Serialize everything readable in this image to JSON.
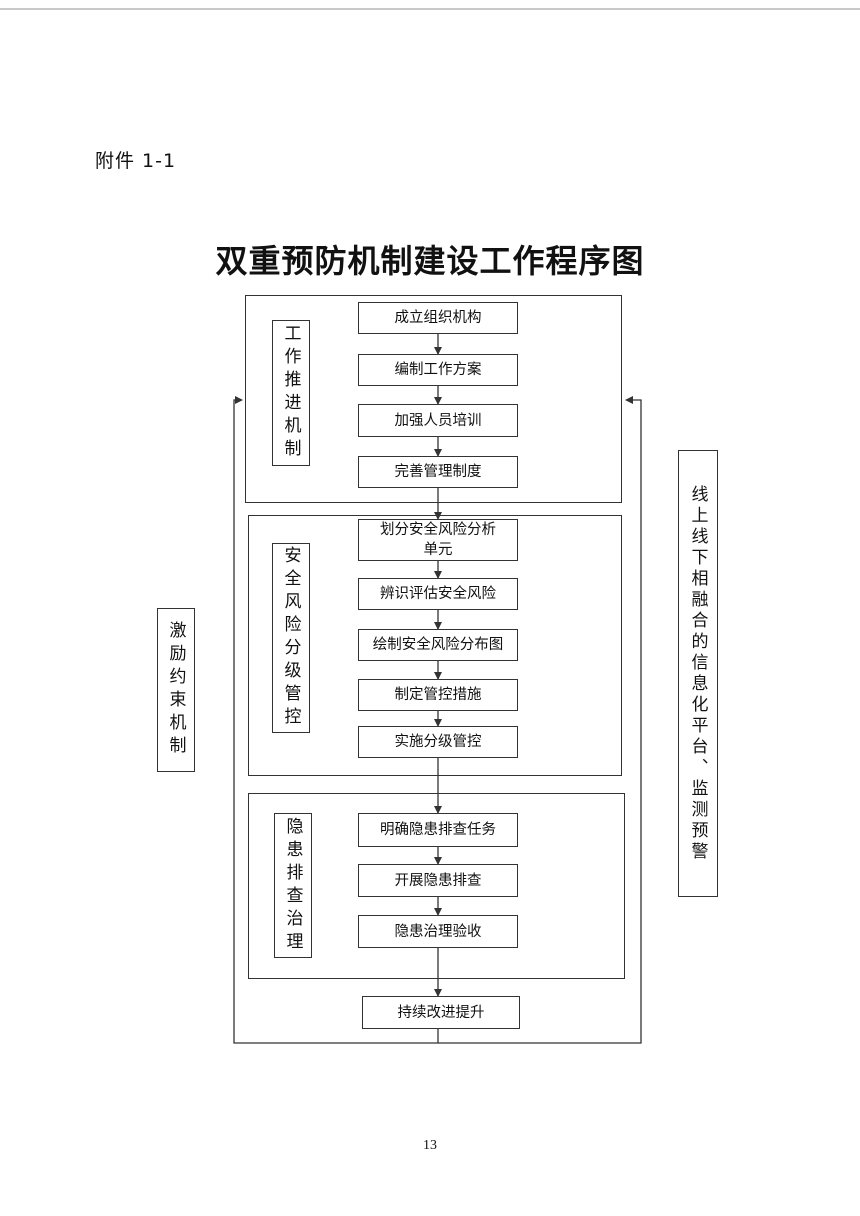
{
  "attachment_label": "附件 1-1",
  "title": "双重预防机制建设工作程序图",
  "sections": [
    {
      "label": "工作推进机制",
      "steps": [
        "成立组织机构",
        "编制工作方案",
        "加强人员培训",
        "完善管理制度"
      ]
    },
    {
      "label": "安全风险分级管控",
      "steps": [
        "划分安全风险分析单元",
        "辨识评估安全风险",
        "绘制安全风险分布图",
        "制定管控措施",
        "实施分级管控"
      ]
    },
    {
      "label": "隐患排查治理",
      "steps": [
        "明确隐患排查任务",
        "开展隐患排查",
        "隐患治理验收"
      ]
    }
  ],
  "final_step": "持续改进提升",
  "left_label": "激励约束机制",
  "right_label": "线上线下相融合的信息化平台、监测预警",
  "page_number": "13"
}
